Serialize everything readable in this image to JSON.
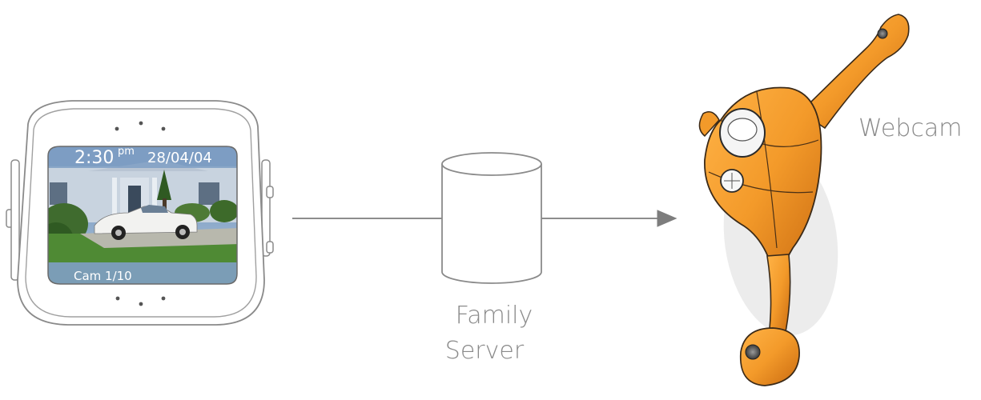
{
  "device_screen": {
    "time": "2:30",
    "time_suffix": "pm",
    "date": "28/04/04",
    "camera_label": "Cam 1/10"
  },
  "server": {
    "label_line1": "Family",
    "label_line2": "Server"
  },
  "webcam": {
    "label": "Webcam",
    "body_color": "#f39a2a"
  },
  "colors": {
    "outline": "#7d7d7d",
    "label_text": "#8a8a8a",
    "screen_band": "#7f9fc4"
  }
}
